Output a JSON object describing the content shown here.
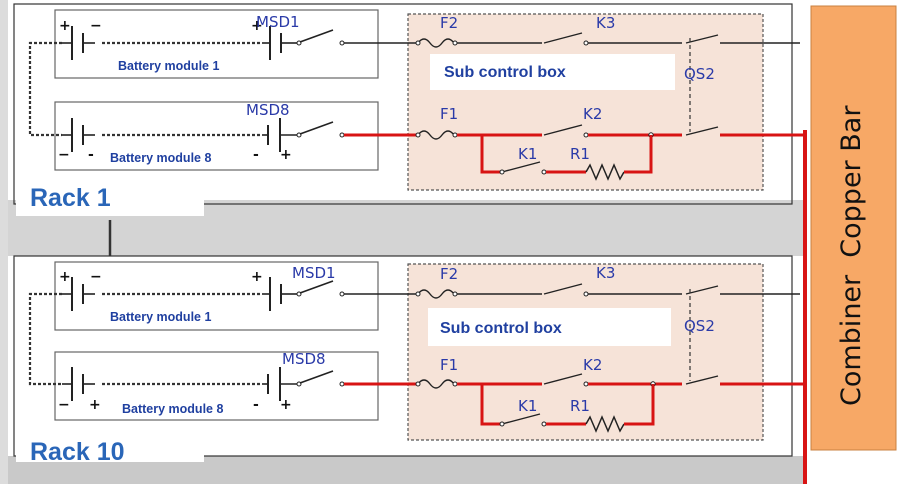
{
  "combiner": {
    "label": "Combiner  Copper Bar"
  },
  "racks": [
    {
      "name": "Rack 1",
      "module_top": "Battery module 1",
      "module_bottom": "Battery module 8",
      "msd_top": "MSD1",
      "msd_bottom": "MSD8",
      "sub_box": "Sub control box",
      "f_top": "F2",
      "k_top": "K3",
      "qs": "QS2",
      "f_bottom": "F1",
      "k_bottom": "K2",
      "k_pre": "K1",
      "r_pre": "R1"
    },
    {
      "name": "Rack 10",
      "module_top": "Battery module 1",
      "module_bottom": "Battery module 8",
      "msd_top": "MSD1",
      "msd_bottom": "MSD8",
      "sub_box": "Sub control box",
      "f_top": "F2",
      "k_top": "K3",
      "qs": "QS2",
      "f_bottom": "F1",
      "k_bottom": "K2",
      "k_pre": "K1",
      "r_pre": "R1"
    }
  ],
  "colors": {
    "power_line": "#d81414",
    "combiner_fill": "#f7a866",
    "sub_box_fill": "#f6e3d8"
  }
}
